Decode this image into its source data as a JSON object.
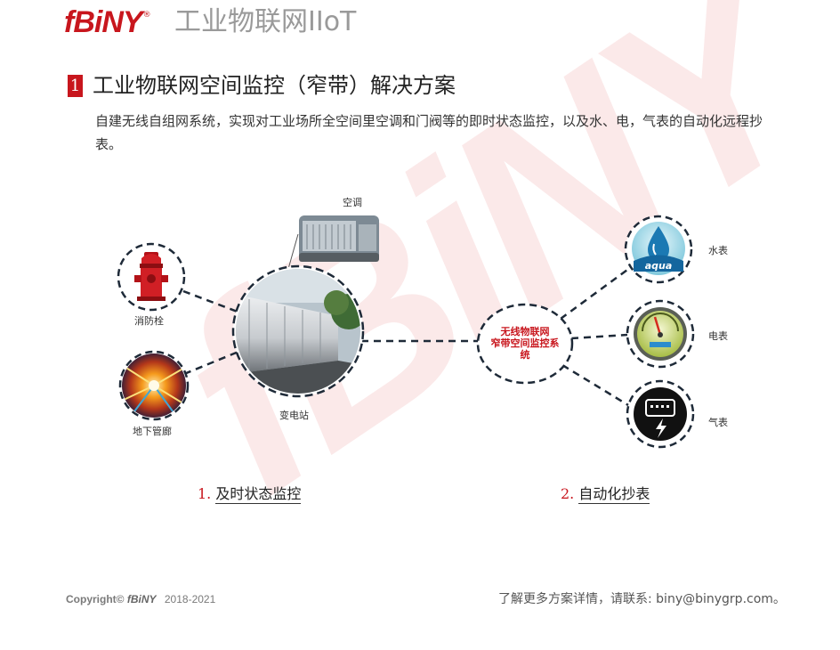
{
  "header": {
    "logo_text": "fBiNY",
    "logo_reg": "®",
    "title": "工业物联网IIoT"
  },
  "section": {
    "number": "1",
    "title": "工业物联网空间监控（窄带）解决方案",
    "description": "自建无线自组网系统，实现对工业场所全空间里空调和门阀等的即时状态监控，以及水、电，气表的自动化远程抄表。"
  },
  "watermark": "fBiNY",
  "diagram": {
    "nodes": {
      "air_conditioner": "空调",
      "fire_hydrant": "消防栓",
      "utility_tunnel": "地下管廊",
      "substation": "变电站",
      "system_line1": "无线物联网",
      "system_line2": "窄带空间监控系",
      "system_line3": "统",
      "water_meter": "水表",
      "electric_meter": "电表",
      "gas_meter": "气表",
      "aqua_text": "aqua"
    },
    "colors": {
      "accent": "#c8161d",
      "line": "#1e2a38"
    }
  },
  "captions": {
    "left_num": "1.",
    "left_text": "及时状态监控",
    "right_num": "2.",
    "right_text": "自动化抄表"
  },
  "footer": {
    "copyright_prefix": "Copyright©",
    "brand": "fBiNY",
    "years": "2018-2021",
    "contact_prefix": "了解更多方案详情，请联系: ",
    "email": "biny@binygrp.com",
    "contact_suffix": "。"
  }
}
